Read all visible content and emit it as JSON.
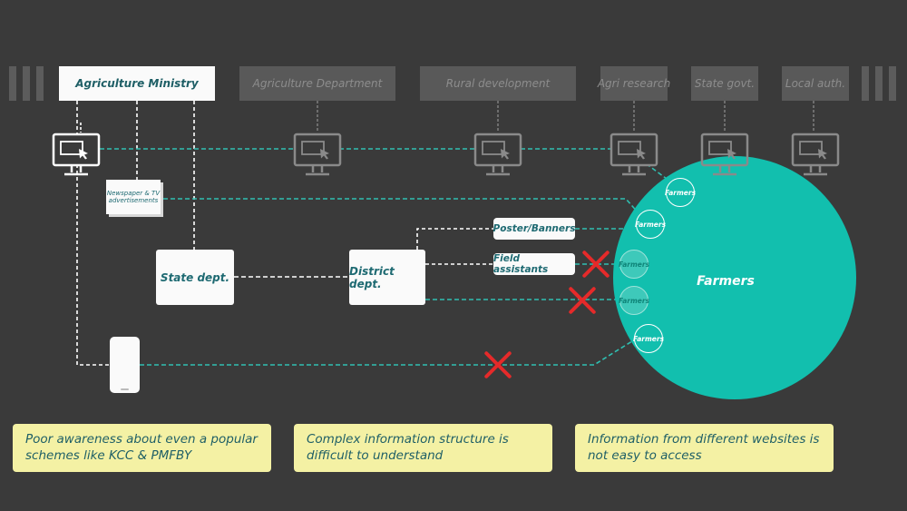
{
  "headers": [
    {
      "id": "agriculture-ministry",
      "label": "Agriculture Ministry",
      "active": true
    },
    {
      "id": "agriculture-department",
      "label": "Agriculture Department",
      "active": false
    },
    {
      "id": "rural-development",
      "label": "Rural development",
      "active": false
    },
    {
      "id": "agri-research",
      "label": "Agri research",
      "active": false
    },
    {
      "id": "state-govt",
      "label": "State govt.",
      "active": false
    },
    {
      "id": "local-auth",
      "label": "Local auth.",
      "active": false
    }
  ],
  "channels": {
    "newspaper": "Newspaper & TV advertisements",
    "state_dept": "State dept.",
    "district_dept": "District dept.",
    "poster_banners": "Poster/Banners",
    "field_assistants": "Field assistants"
  },
  "farmers": {
    "main_label": "Farmers",
    "small_labels": [
      "Farmers",
      "Farmers",
      "Farmers",
      "Farmers",
      "Farmers"
    ]
  },
  "issues": [
    "Poor awareness about even a popular schemes like KCC & PMFBY",
    "Complex information structure is difficult to understand",
    "Information from different websites is not easy to access"
  ],
  "colors": {
    "background": "#3a3a3a",
    "teal": "#12bfae",
    "dashed_teal": "#2fbfb1",
    "cross_red": "#e52a2a",
    "note_yellow": "#f4f1a4"
  }
}
